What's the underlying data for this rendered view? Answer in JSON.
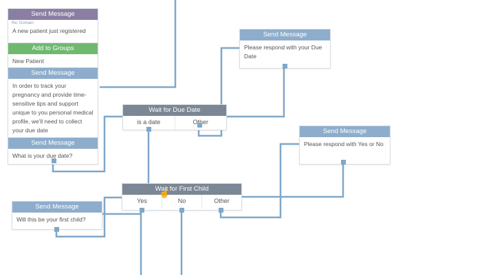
{
  "nodes": {
    "send1": {
      "title": "Send Message",
      "sublabel": "Re: Domain",
      "text": "A new patient just registered"
    },
    "groups": {
      "title": "Add to Groups",
      "text": "New Patient"
    },
    "send2": {
      "title": "Send Message",
      "text": "In order to track your pregnancy and provide time-sensitive tips and support unique to you personal medical profile, we'll need to collect your due date"
    },
    "send3": {
      "title": "Send Message",
      "text": "What is your due date?"
    },
    "wait_due": {
      "title": "Wait for Due Date",
      "options": [
        "is a date",
        "Other"
      ]
    },
    "send_due_reply": {
      "title": "Send Message",
      "text": "Please respond with your Due Date"
    },
    "send_yesno": {
      "title": "Send Message",
      "text": "Please respond with Yes or No"
    },
    "wait_child": {
      "title": "Wait for First Child",
      "options": [
        "Yes",
        "No",
        "Other"
      ]
    },
    "send_child": {
      "title": "Send Message",
      "text": "Will this be your first child?"
    }
  },
  "colors": {
    "wire": "#7fa7c8",
    "header_blue": "#8eadcc",
    "header_purple": "#8a7fa3",
    "header_green": "#6fb96f",
    "header_dark": "#7b8794"
  },
  "cursor_icon": "pointer-hand-icon"
}
